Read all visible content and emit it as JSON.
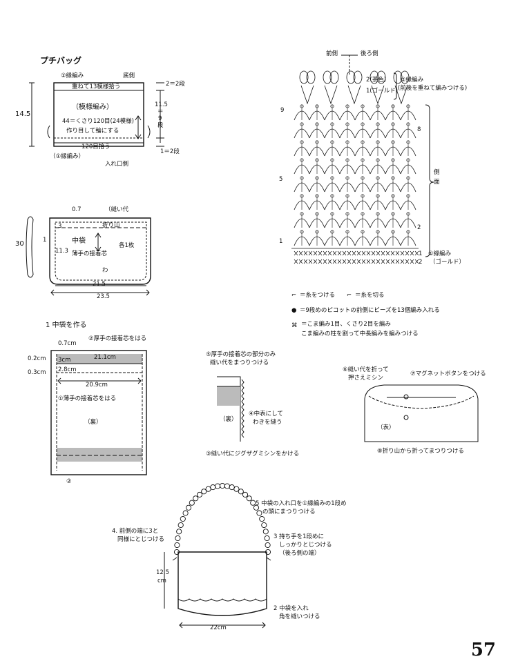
{
  "title": "プチバッグ",
  "page_number": "57",
  "fig1": {
    "edge_top": "②縁編み",
    "bottom_side": "底側",
    "overlap": "重ねて13模様拾う",
    "pattern": "（模様編み）",
    "chain1": "44＝くさり120目(24模様)",
    "chain2": "作り目して輪にする",
    "pick": "120目拾う",
    "edge_bottom": "（①縁編み）",
    "opening": "入れ口側",
    "height": "14.5",
    "dim_r1": "11.5",
    "dim_r2": "＝",
    "dim_r3": "9",
    "dim_r4": "段",
    "dim_top": "2＝2段",
    "dim_bot": "1＝2段"
  },
  "fig2": {
    "seam": "（縫い代",
    "seam_w": "0.7",
    "fold": "折り山",
    "three": "3",
    "inner": "中袋",
    "interlining": "薄手の接着芯",
    "each": "各1枚",
    "wa": "わ",
    "h": "11.3",
    "w1": "21.5",
    "w2": "23.5",
    "h30": "30",
    "one": "1"
  },
  "step1": {
    "title": "1 中袋を作る",
    "m07": "0.7cm",
    "thick": "②厚手の接着芯をはる",
    "m02": "0.2cm",
    "m3": "3cm",
    "w211": "21.1cm",
    "m03": "0.3cm",
    "m28": "2.8cm",
    "w209": "20.9cm",
    "thin": "①薄手の接着芯をはる",
    "back": "（裏）",
    "two": "②"
  },
  "step2": {
    "s5a": "⑤厚手の接着芯の部分のみ",
    "s5b": "縫い代をまつりつける",
    "s4a": "④中表にして",
    "s4b": "わきを縫う",
    "back": "（裏）",
    "s3": "③縫い代にジグザグミシンをかける"
  },
  "step3": {
    "s6a": "⑥縫い代を折って",
    "s6b": "押さえミシン",
    "s7": "⑦マグネットボタンをつける",
    "front": "（表）",
    "s8": "⑧折り山から折ってまつりつける"
  },
  "step4": {
    "s5a": "5 中袋の入れ口を①縁編みの1段め",
    "s5b": "の頭にまつりつける",
    "s4a": "4. 前側の端に3と",
    "s4b": "同様にとじつける",
    "s3a": "3 持ち手を1段めに",
    "s3b": "しっかりとじつける",
    "s3c": "（後ろ側の端）",
    "h": "12.5",
    "cm": "cm",
    "s2a": "2 中袋を入れ",
    "s2b": "角を縫いつける",
    "w": "22cm"
  },
  "chart": {
    "front": "前側",
    "back": "後ろ側",
    "tea": "2(茶色)",
    "gold1": "1(ゴールド)",
    "edge2a": "②縁編み",
    "edge2b": "(前後を重ねて編みつける)",
    "r9": "9",
    "r8": "8",
    "r5": "5",
    "r2": "2",
    "r1": "1",
    "side1": "側",
    "side2": "面",
    "edge1a": "①縁編み",
    "edge1b": "（ゴールド）",
    "e1": "1",
    "e2": "2",
    "leg_attach": "＝糸をつける",
    "leg_cut": "＝糸を切る",
    "leg_bead": "＝9段めのピコットの前側にビーズを13個編み入れる",
    "leg_sp1": "＝こま編み1目、くさり2目を編み",
    "leg_sp2": "こま編みの柱を割って中長編みを編みつける"
  }
}
